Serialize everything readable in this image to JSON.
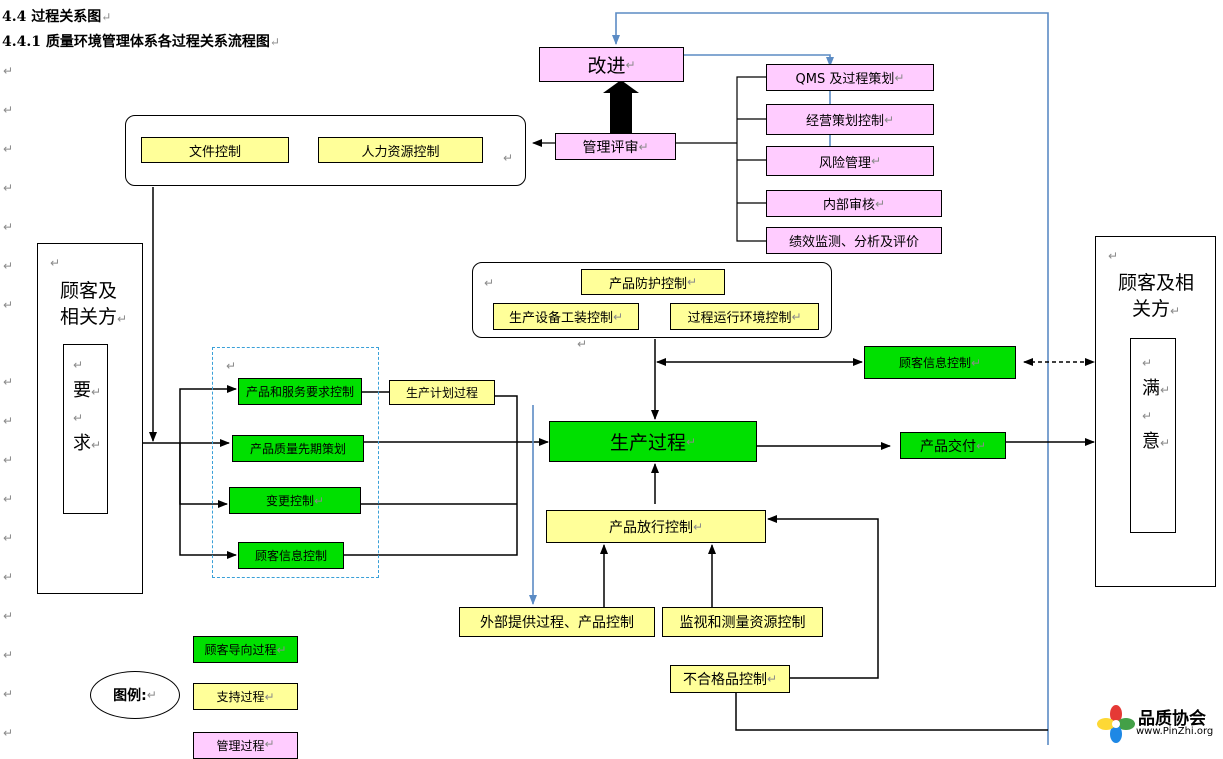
{
  "return_mark": "↵",
  "headings": {
    "h1": "4.4  过程关系图",
    "h2": "4.4.1 质量环境管理体系各过程关系流程图"
  },
  "top": {
    "improve": "改进",
    "mgmt_review": "管理评审",
    "right_items": [
      "QMS 及过程策划",
      "经营策划控制",
      "风险管理",
      "内部审核",
      "绩效监测、分析及评价"
    ],
    "support_left": [
      "文件控制",
      "人力资源控制"
    ]
  },
  "customer_left": {
    "title_l1": "顾客及",
    "title_l2": "相关方",
    "req1": "要",
    "req2": "求"
  },
  "customer_right": {
    "title_l1": "顾客及相",
    "title_l2": "关方",
    "sat1": "满",
    "sat2": "意"
  },
  "middle_group": [
    "产品防护控制",
    "生产设备工装控制",
    "过程运行环境控制"
  ],
  "left_group": [
    "产品和服务要求控制",
    "产品质量先期策划",
    "变更控制",
    "顾客信息控制"
  ],
  "plan": "生产计划过程",
  "production": "生产过程",
  "delivery": "产品交付",
  "customer_info_right": "顾客信息控制",
  "release": "产品放行控制",
  "external": "外部提供过程、产品控制",
  "monitoring": "监视和测量资源控制",
  "nonconforming": "不合格品控制",
  "legend": {
    "title": "图例:",
    "items": [
      "顾客导向过程",
      "支持过程",
      "管理过程"
    ]
  },
  "logo": {
    "name": "品质协会",
    "url": "www.PinZhi.org"
  },
  "colors": {
    "customer": "#00e000",
    "support": "#ffff99",
    "management": "#ffccff",
    "feedback_line": "#5b8bc4"
  }
}
